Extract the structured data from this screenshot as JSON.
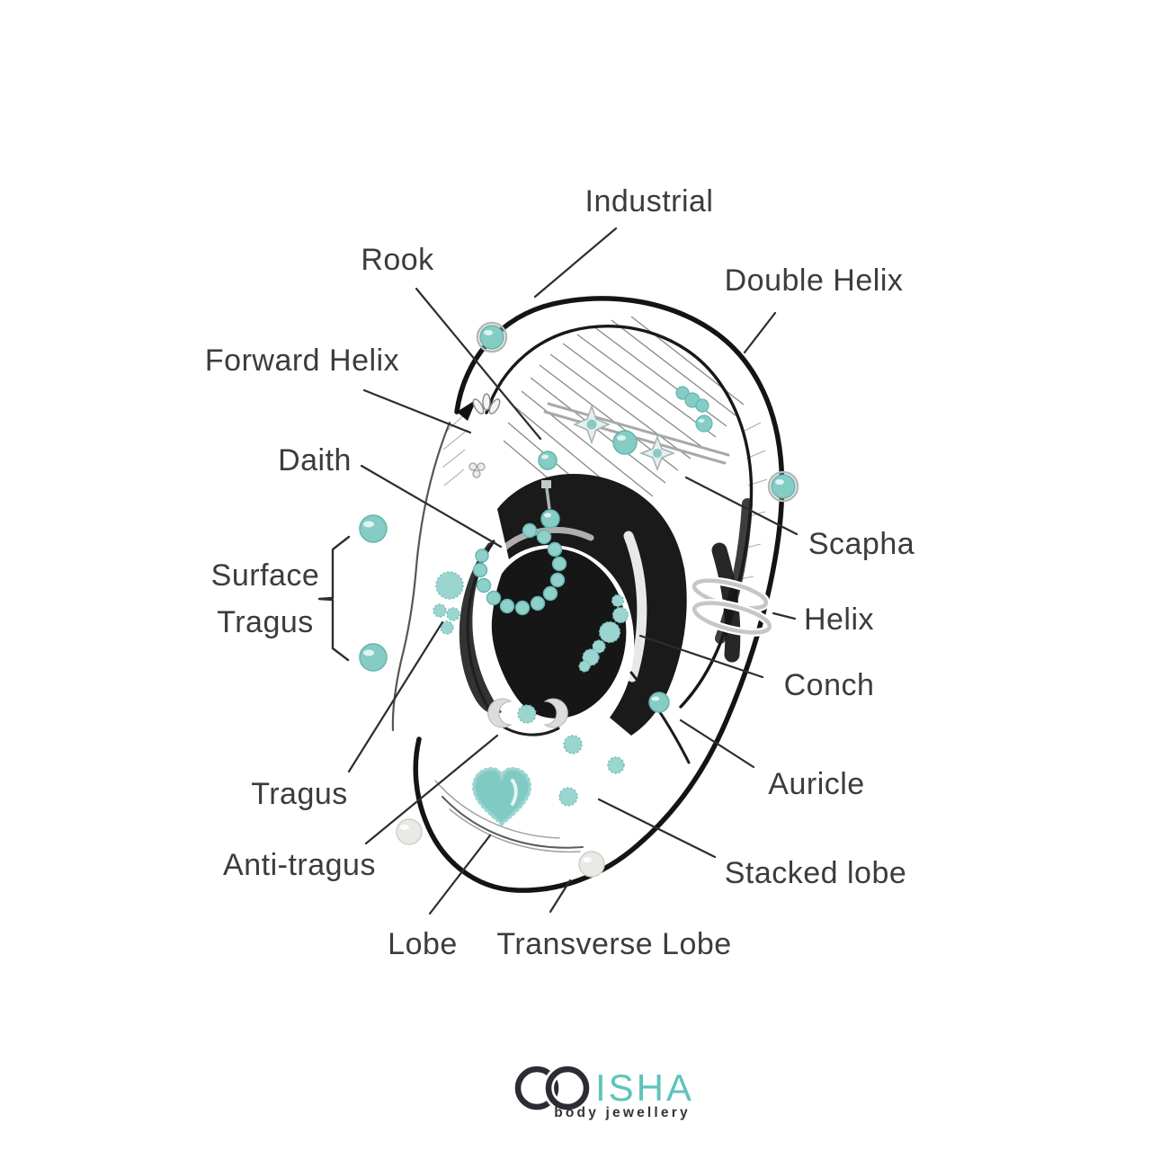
{
  "diagram": {
    "type": "ear-piercing-placement-chart",
    "labels": {
      "industrial": "Industrial",
      "rook": "Rook",
      "double_helix": "Double Helix",
      "forward_helix": "Forward Helix",
      "daith": "Daith",
      "surface_tragus": "Surface Tragus",
      "surface_tragus_line1": "Surface",
      "surface_tragus_line2": "Tragus",
      "scapha": "Scapha",
      "helix": "Helix",
      "conch": "Conch",
      "auricle": "Auricle",
      "tragus": "Tragus",
      "anti_tragus": "Anti-tragus",
      "stacked_lobe": "Stacked lobe",
      "lobe": "Lobe",
      "transverse_lobe": "Transverse Lobe"
    },
    "colors": {
      "jewel_teal": "#85ccc5",
      "jewel_teal_light": "#9ad5cf",
      "jewel_edge": "#64b5ad",
      "sketch_ink": "#1a1a1a",
      "leader_line": "#2d2d2d",
      "label_text": "#3c3c3c",
      "pearl": "#e9e9e6",
      "hoop_silver": "#c6c6c6"
    }
  },
  "logo": {
    "brand": "ISHA",
    "tagline": "body jewellery",
    "brand_color": "#5fc3bd",
    "icon": "interlocking-rings"
  }
}
